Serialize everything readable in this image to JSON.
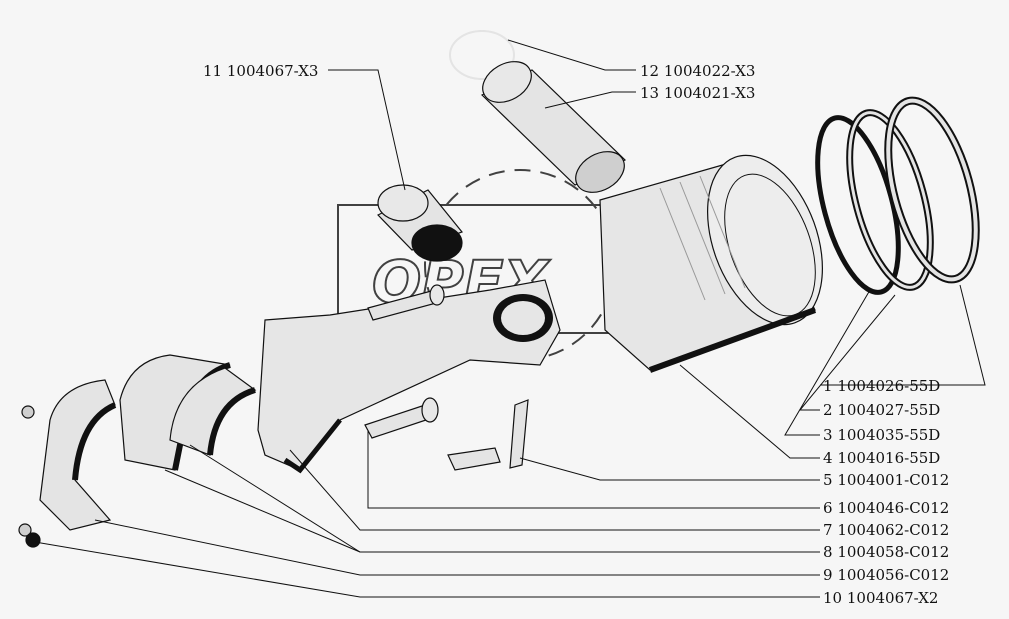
{
  "watermark": "OPEX",
  "labels": [
    {
      "num": "1",
      "code": "1004026-55D"
    },
    {
      "num": "2",
      "code": "1004027-55D"
    },
    {
      "num": "3",
      "code": "1004035-55D"
    },
    {
      "num": "4",
      "code": "1004016-55D"
    },
    {
      "num": "5",
      "code": "1004001-C012"
    },
    {
      "num": "6",
      "code": "1004046-C012"
    },
    {
      "num": "7",
      "code": "1004062-C012"
    },
    {
      "num": "8",
      "code": "1004058-C012"
    },
    {
      "num": "9",
      "code": "1004056-C012"
    },
    {
      "num": "10",
      "code": "1004067-X2"
    },
    {
      "num": "11",
      "code": "1004067-X3"
    },
    {
      "num": "12",
      "code": "1004022-X3"
    },
    {
      "num": "13",
      "code": "1004021-X3"
    }
  ],
  "colors": {
    "part_fill": "#e4e4e4",
    "shadow": "#111111",
    "background": "#f6f6f6"
  }
}
